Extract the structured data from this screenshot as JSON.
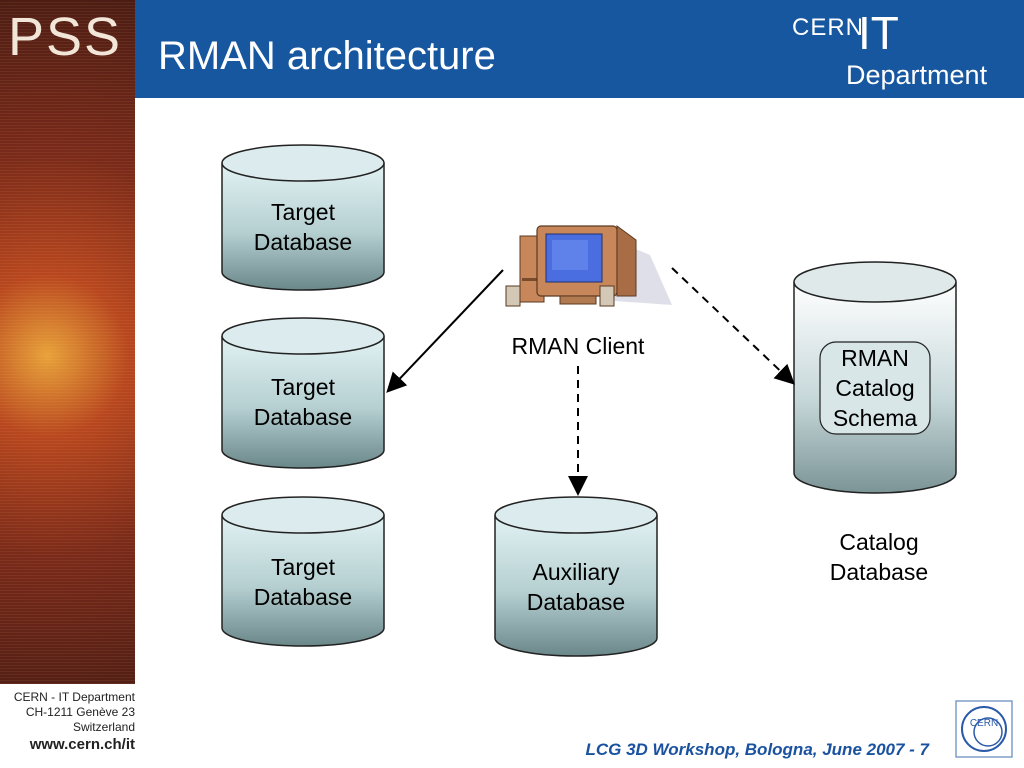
{
  "header": {
    "logo_text": "PSS",
    "title": "RMAN architecture",
    "brand_cern": "CERN",
    "brand_it": "IT",
    "brand_department": "Department"
  },
  "diagram": {
    "target_db_1": [
      "Target",
      "Database"
    ],
    "target_db_2": [
      "Target",
      "Database"
    ],
    "target_db_3": [
      "Target",
      "Database"
    ],
    "rman_client": "RMAN Client",
    "auxiliary_db": [
      "Auxiliary",
      "Database"
    ],
    "catalog_schema": [
      "RMAN",
      "Catalog",
      "Schema"
    ],
    "catalog_db": [
      "Catalog",
      "Database"
    ]
  },
  "footer": {
    "address_line1": "CERN - IT Department",
    "address_line2": "CH-1211 Genève 23",
    "address_line3": "Switzerland",
    "url": "www.cern.ch/it",
    "event": "LCG 3D Workshop, Bologna, June 2007 - 7",
    "badge_text": "CERN"
  },
  "colors": {
    "banner": "#1657a0",
    "footer_text": "#1a52a0",
    "db_fill_light": "#dbeef0",
    "db_fill_dark": "#6f8c8f"
  }
}
